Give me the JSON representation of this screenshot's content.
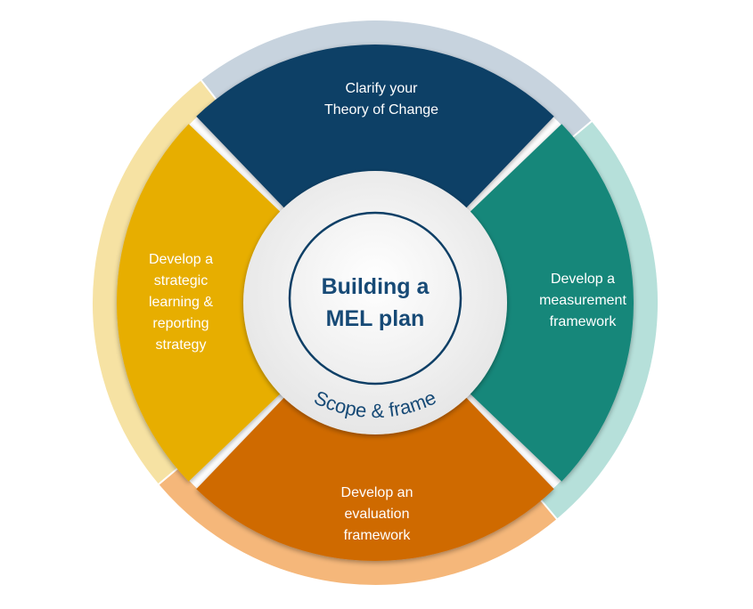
{
  "center": {
    "title_line1": "Building a",
    "title_line2": "MEL plan",
    "caption": "Scope & frame"
  },
  "segments": [
    {
      "id": "top",
      "lines": [
        "Clarify your",
        "Theory of Change"
      ],
      "color": "#0e3f66",
      "rim_color": "#c7d3de"
    },
    {
      "id": "right",
      "lines": [
        "Develop a",
        "measurement",
        "framework"
      ],
      "color": "#13877a",
      "rim_color": "#b6e0da"
    },
    {
      "id": "bottom",
      "lines": [
        "Develop an",
        "evaluation",
        "framework"
      ],
      "color": "#cf6a00",
      "rim_color": "#f5b77a"
    },
    {
      "id": "left",
      "lines": [
        "Develop a",
        "strategic",
        "learning  &",
        "reporting",
        "strategy"
      ],
      "color": "#e7ae00",
      "rim_color": "#f6e2a3"
    }
  ],
  "colors": {
    "hub": "#f0f0f0",
    "center_ring": "#0e3f66",
    "center_text": "#174a76",
    "caption_text": "#174a76",
    "segment_text": "#ffffff"
  }
}
